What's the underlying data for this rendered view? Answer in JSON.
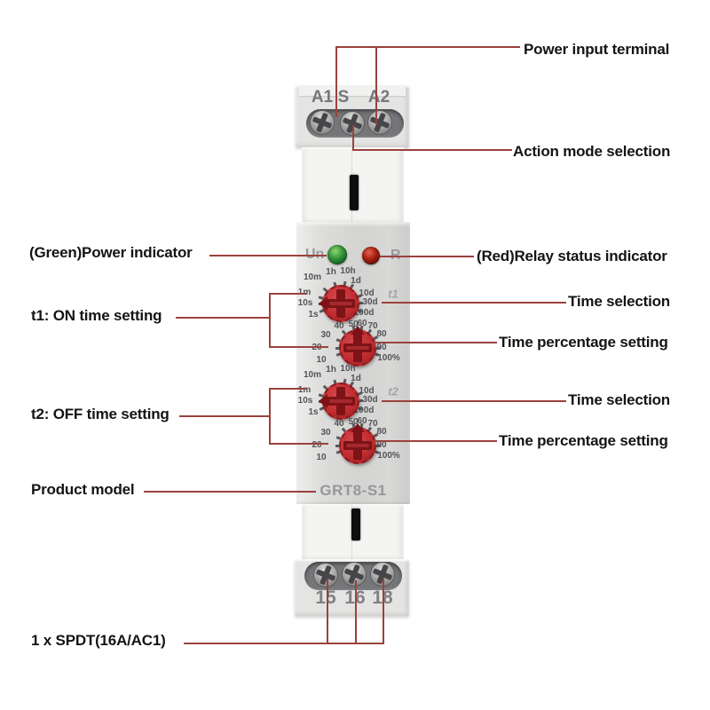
{
  "callouts": {
    "left": [
      {
        "label": "(Green)Power indicator"
      },
      {
        "label": "t1: ON time setting"
      },
      {
        "label": "t2: OFF time setting"
      },
      {
        "label": "Product model"
      },
      {
        "label": "1 x SPDT(16A/AC1)"
      }
    ],
    "right": [
      {
        "label": "Power input terminal"
      },
      {
        "label": "Action mode selection"
      },
      {
        "label": "(Red)Relay status indicator"
      },
      {
        "label": "Time selection"
      },
      {
        "label": "Time percentage setting"
      },
      {
        "label": "Time selection"
      },
      {
        "label": "Time percentage setting"
      }
    ]
  },
  "device": {
    "model": "GRT8-S1",
    "top_terminals": [
      "A1",
      "S",
      "A2"
    ],
    "bottom_terminals": [
      "15",
      "16",
      "18"
    ],
    "indicators": {
      "power_label": "Un",
      "relay_label": "R"
    },
    "dials": {
      "sections": [
        "t1",
        "t2"
      ],
      "time_scale": [
        "1s",
        "10s",
        "1m",
        "10m",
        "1h",
        "10h",
        "1d",
        "10d",
        "30d",
        "100d"
      ],
      "percent_scale": [
        "10",
        "20",
        "30",
        "40",
        "50",
        "60",
        "70",
        "80",
        "90",
        "100%"
      ]
    },
    "colors": {
      "knob_red": "#c12d31",
      "cross_red": "#7d1316",
      "led_green": "#2e9038",
      "led_red": "#a61c10",
      "callout_line": "#9a423d"
    }
  }
}
